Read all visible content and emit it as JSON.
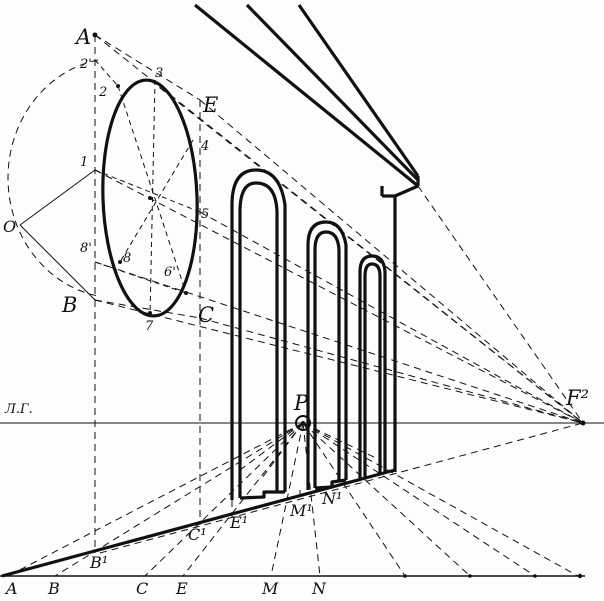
{
  "labels": {
    "A": "A",
    "E": "E",
    "B": "B",
    "C": "C",
    "O": "O",
    "n1": "1",
    "n2": "2",
    "n2p": "2'",
    "n3": "3",
    "n4": "4",
    "n5": "5",
    "n6": "6'",
    "n7": "7",
    "n8": "8",
    "n8p": "8'",
    "lg": "Л.Г.",
    "P": "P",
    "F2": "F²",
    "B1": "B¹",
    "C1": "C¹",
    "E1": "E¹",
    "M1": "M¹",
    "N1": "N¹",
    "gA": "A",
    "gB": "B",
    "gC": "C",
    "gE": "E",
    "gM": "M",
    "gN": "N"
  }
}
